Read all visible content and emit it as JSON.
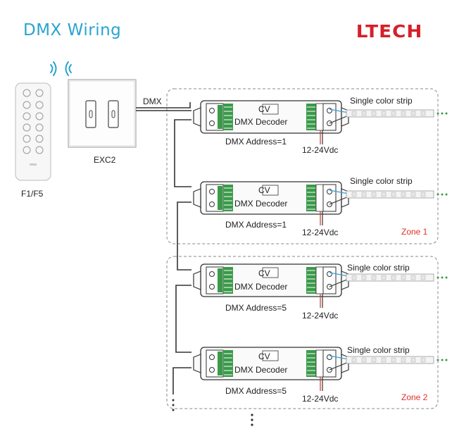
{
  "header": {
    "title": "DMX Wiring",
    "logo_text": "LTECH"
  },
  "devices": {
    "remote_label": "F1/F5",
    "panel_label": "EXC2",
    "dmx_line_label": "DMX"
  },
  "decoders": [
    {
      "type": "CV",
      "name": "DMX Decoder",
      "address": "DMX Address=1",
      "power": "12-24Vdc",
      "strip": "Single color strip"
    },
    {
      "type": "CV",
      "name": "DMX Decoder",
      "address": "DMX Address=1",
      "power": "12-24Vdc",
      "strip": "Single color strip"
    },
    {
      "type": "CV",
      "name": "DMX Decoder",
      "address": "DMX Address=5",
      "power": "12-24Vdc",
      "strip": "Single color strip"
    },
    {
      "type": "CV",
      "name": "DMX Decoder",
      "address": "DMX Address=5",
      "power": "12-24Vdc",
      "strip": "Single color strip"
    }
  ],
  "zones": {
    "zone1": "Zone 1",
    "zone2": "Zone 2"
  },
  "colors": {
    "title": "#2aa3cf",
    "logo": "#d5202a",
    "zone_label": "#e0302a",
    "terminal_green": "#3a9a4a",
    "signal_wire": "#3aa0d8",
    "power_wire": "#c0392b"
  },
  "icons": [
    "wifi-signal-icon",
    "remote-control-icon",
    "wall-panel-icon",
    "decoder-icon",
    "led-strip-icon"
  ]
}
